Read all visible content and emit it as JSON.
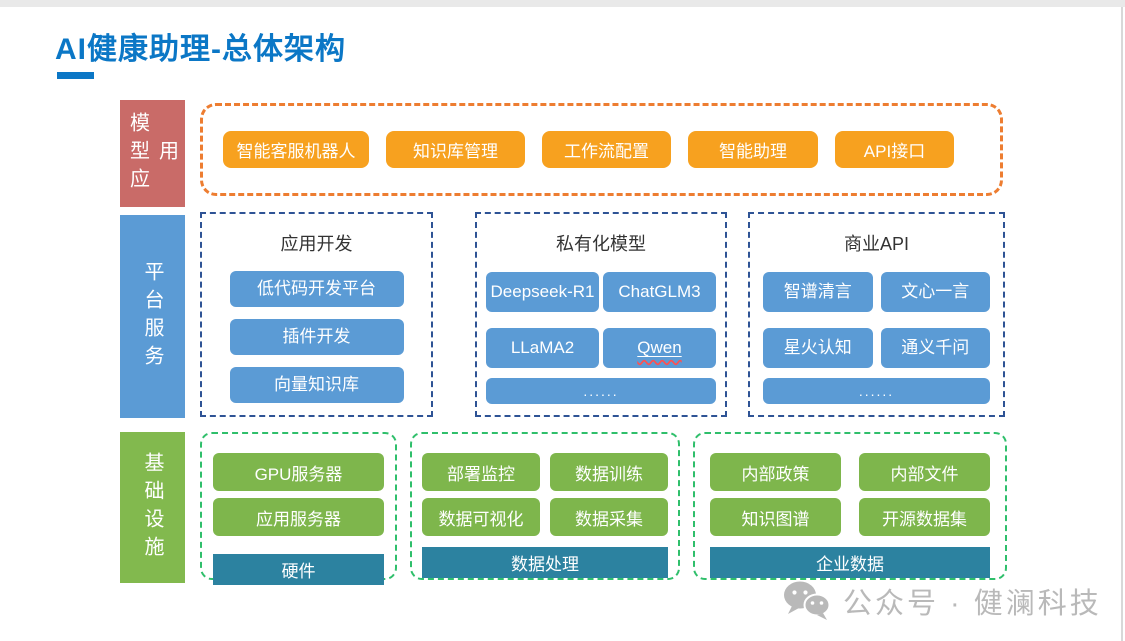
{
  "title": "AI健康助理-总体架构",
  "colors": {
    "title_blue": "#0B77C6",
    "model_label_red": "#C96B68",
    "app_button_orange": "#F7A11F",
    "orange_dash_border": "#ED7D31",
    "platform_blue": "#5B9BD5",
    "navy_dash_border": "#2E5395",
    "infra_green": "#7EB64C",
    "green_dash_border": "#2FBF6B",
    "teal_bar": "#2C82A0",
    "watermark_gray": "#B9B9B9"
  },
  "layers": [
    {
      "label": "模型应用",
      "items": [
        "智能客服机器人",
        "知识库管理",
        "工作流配置",
        "智能助理",
        "API接口"
      ]
    },
    {
      "label": "平台服务",
      "groups": [
        {
          "title": "应用开发",
          "items": [
            "低代码开发平台",
            "插件开发",
            "向量知识库"
          ]
        },
        {
          "title": "私有化模型",
          "items": [
            "Deepseek-R1",
            "ChatGLM3",
            "LLaMA2",
            "Qwen",
            "......"
          ]
        },
        {
          "title": "商业API",
          "items": [
            "智谱清言",
            "文心一言",
            "星火认知",
            "通义千问",
            "......"
          ]
        }
      ]
    },
    {
      "label": "基础设施",
      "groups": [
        {
          "items": [
            "GPU服务器",
            "应用服务器"
          ],
          "base": "硬件"
        },
        {
          "items": [
            "部署监控",
            "数据训练",
            "数据可视化",
            "数据采集"
          ],
          "base": "数据处理"
        },
        {
          "items": [
            "内部政策",
            "内部文件",
            "知识图谱",
            "开源数据集"
          ],
          "base": "企业数据"
        }
      ]
    }
  ],
  "watermark": {
    "icon": "wechat-icon",
    "text": "公众号 · 健澜科技"
  }
}
